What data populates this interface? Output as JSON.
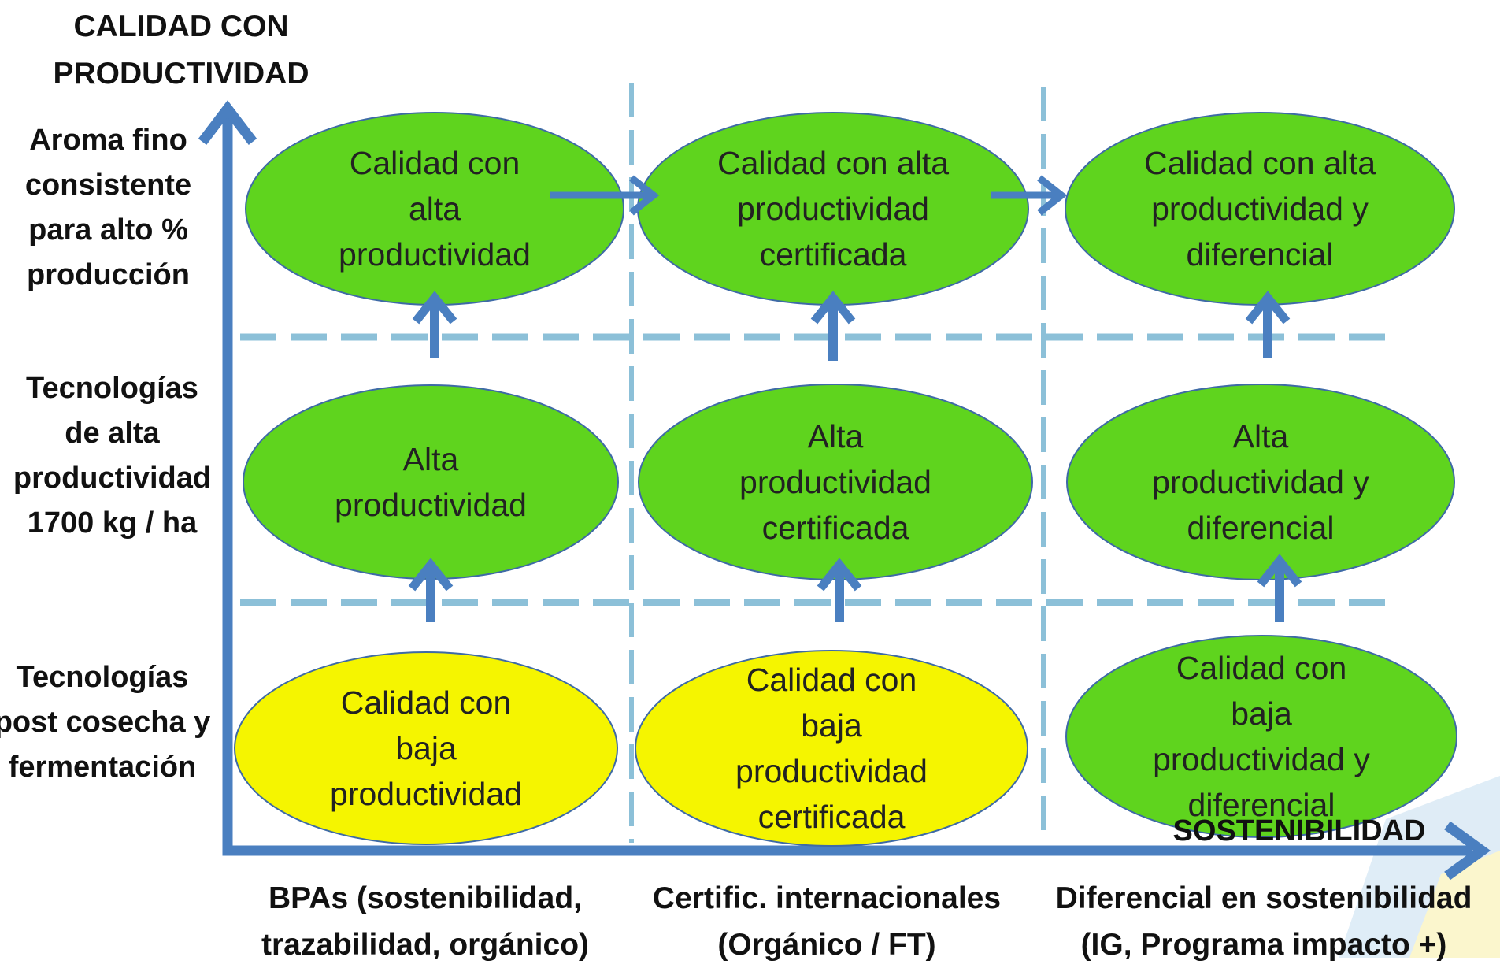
{
  "y_axis_title": "CALIDAD CON\nPRODUCTIVIDAD",
  "x_axis_title": "SOSTENIBILIDAD",
  "row_labels": [
    "Aroma fino\nconsistente\npara alto %\nproducción",
    "Tecnologías\nde alta\nproductividad\n1700 kg / ha",
    "Tecnologías\npost cosecha y\nfermentación"
  ],
  "column_labels": [
    "BPAs  (sostenibilidad,\ntrazabilidad, orgánico)",
    "Certific. internacionales\n(Orgánico / FT)",
    "Diferencial en sostenibilidad\n(IG, Programa impacto +)"
  ],
  "cells": [
    {
      "lines": [
        "Calidad con",
        "alta",
        "productividad"
      ],
      "color": "#5fd41e"
    },
    {
      "lines": [
        "Calidad con alta",
        "productividad",
        "certificada"
      ],
      "color": "#5fd41e"
    },
    {
      "lines": [
        "Calidad con alta",
        "productividad y",
        "diferencial"
      ],
      "color": "#5fd41e"
    },
    {
      "lines": [
        "Alta",
        "productividad"
      ],
      "color": "#5fd41e"
    },
    {
      "lines": [
        "Alta",
        "productividad",
        "certificada"
      ],
      "color": "#5fd41e"
    },
    {
      "lines": [
        "Alta",
        "productividad y",
        "diferencial"
      ],
      "color": "#5fd41e"
    },
    {
      "lines": [
        "Calidad con",
        "baja",
        "productividad"
      ],
      "color": "#f5f500"
    },
    {
      "lines": [
        "Calidad con",
        "baja",
        "productividad",
        "certificada"
      ],
      "color": "#f5f500"
    },
    {
      "lines": [
        "Calidad con",
        "baja",
        "productividad y",
        "diferencial"
      ],
      "color": "#5fd41e"
    }
  ],
  "colors": {
    "axis": "#4a7fc0",
    "grid": "#8cc0d8",
    "arrow": "#4a7fc0",
    "ellipse_stroke": "#3e6aa6",
    "green": "#5fd41e",
    "yellow": "#f5f500"
  }
}
